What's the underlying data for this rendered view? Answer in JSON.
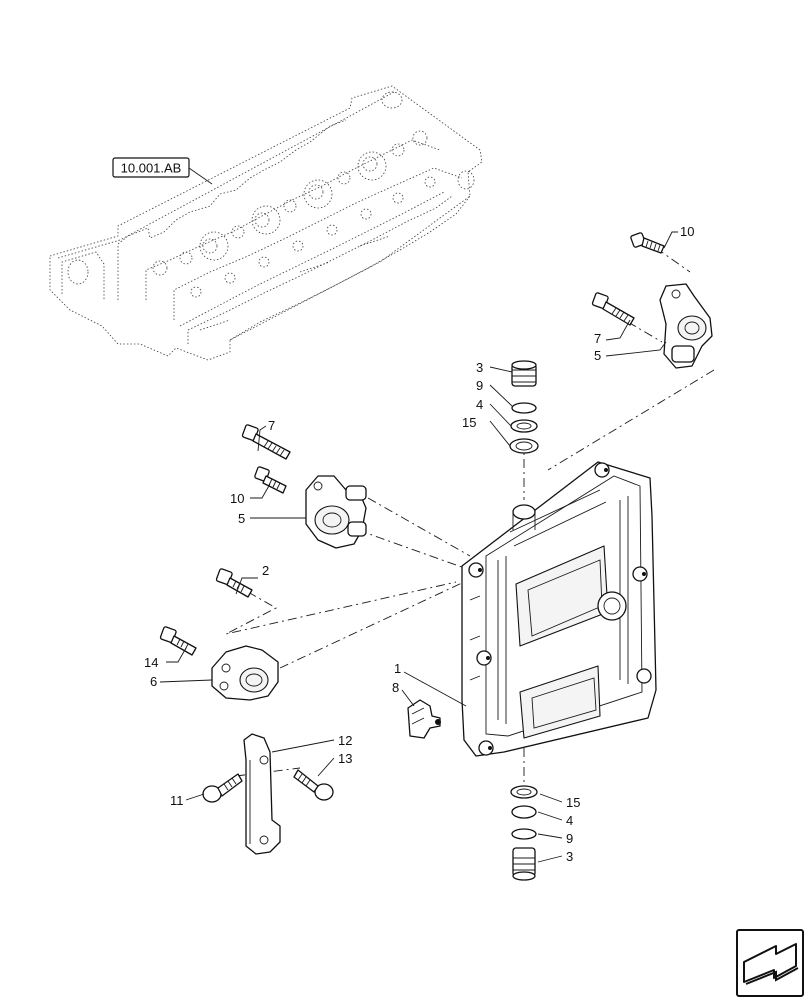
{
  "reference_box": "10.001.AB",
  "callouts": [
    {
      "id": "c10a",
      "text": "10"
    },
    {
      "id": "c7a",
      "text": "7"
    },
    {
      "id": "c5a",
      "text": "5"
    },
    {
      "id": "c3a",
      "text": "3"
    },
    {
      "id": "c9a",
      "text": "9"
    },
    {
      "id": "c4a",
      "text": "4"
    },
    {
      "id": "c15a",
      "text": "15"
    },
    {
      "id": "c7b",
      "text": "7"
    },
    {
      "id": "c10b",
      "text": "10"
    },
    {
      "id": "c5b",
      "text": "5"
    },
    {
      "id": "c2",
      "text": "2"
    },
    {
      "id": "c14",
      "text": "14"
    },
    {
      "id": "c6",
      "text": "6"
    },
    {
      "id": "c1",
      "text": "1"
    },
    {
      "id": "c8",
      "text": "8"
    },
    {
      "id": "c12",
      "text": "12"
    },
    {
      "id": "c13",
      "text": "13"
    },
    {
      "id": "c11",
      "text": "11"
    },
    {
      "id": "c15b",
      "text": "15"
    },
    {
      "id": "c4b",
      "text": "4"
    },
    {
      "id": "c9b",
      "text": "9"
    },
    {
      "id": "c3b",
      "text": "3"
    }
  ],
  "nav_icon": "next-page-arrow-icon"
}
